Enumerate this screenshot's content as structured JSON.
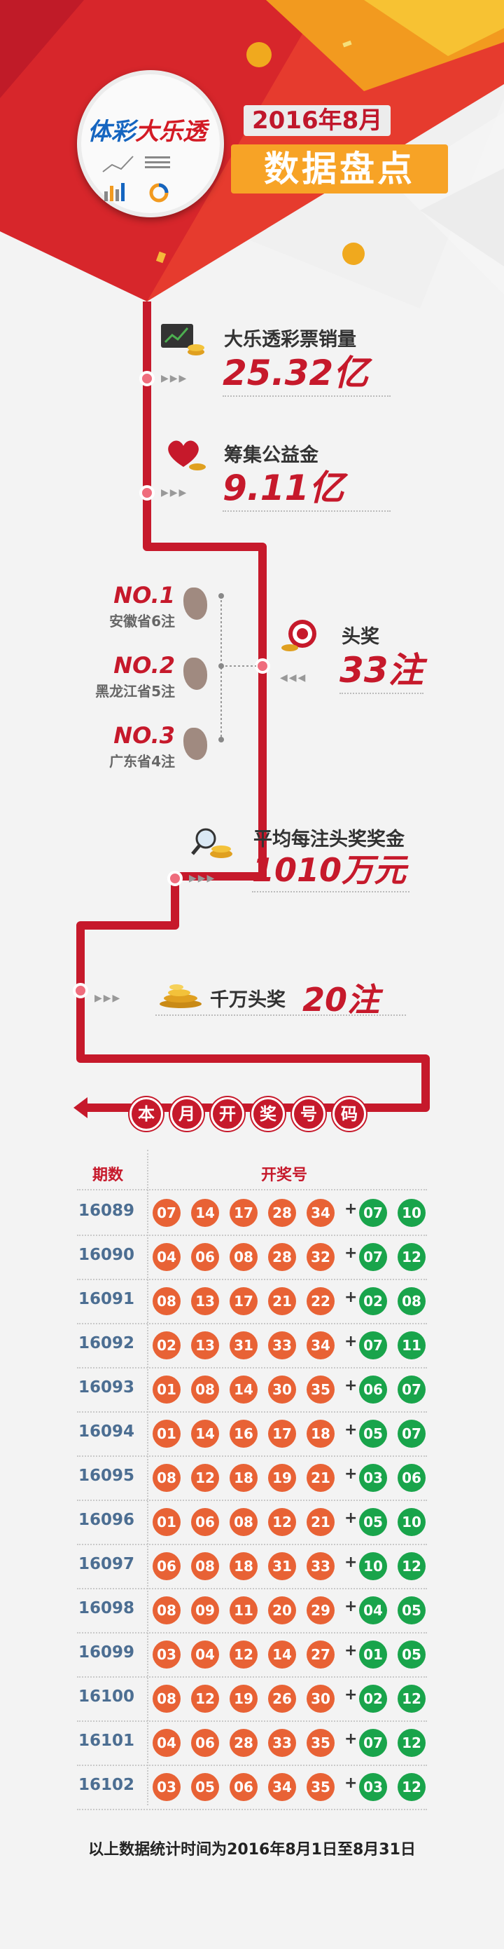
{
  "header": {
    "logo_part1": "体彩",
    "logo_part2": "大乐透",
    "date_year": "2016",
    "date_year_unit": "年",
    "date_month": "8",
    "date_month_unit": "月",
    "title": "数据盘点"
  },
  "stats": {
    "sales": {
      "label": "大乐透彩票销量",
      "value": "25.32亿"
    },
    "fund": {
      "label": "筹集公益金",
      "value": "9.11亿"
    },
    "jackpot": {
      "label": "头奖",
      "value": "33注"
    },
    "avg_prize": {
      "label": "平均每注头奖奖金",
      "value": "1010万元"
    },
    "ten_million": {
      "label": "千万头奖",
      "value": "20注"
    }
  },
  "rankings": [
    {
      "rank": "NO.1",
      "province": "安徽省6注"
    },
    {
      "rank": "NO.2",
      "province": "黑龙江省5注"
    },
    {
      "rank": "NO.3",
      "province": "广东省4注"
    }
  ],
  "section_title": [
    "本",
    "月",
    "开",
    "奖",
    "号",
    "码"
  ],
  "table": {
    "col_issue": "期数",
    "col_numbers": "开奖号",
    "plus": "+",
    "rows": [
      {
        "issue": "16089",
        "red": [
          "07",
          "14",
          "17",
          "28",
          "34"
        ],
        "blue": [
          "07",
          "10"
        ]
      },
      {
        "issue": "16090",
        "red": [
          "04",
          "06",
          "08",
          "28",
          "32"
        ],
        "blue": [
          "07",
          "12"
        ]
      },
      {
        "issue": "16091",
        "red": [
          "08",
          "13",
          "17",
          "21",
          "22"
        ],
        "blue": [
          "02",
          "08"
        ]
      },
      {
        "issue": "16092",
        "red": [
          "02",
          "13",
          "31",
          "33",
          "34"
        ],
        "blue": [
          "07",
          "11"
        ]
      },
      {
        "issue": "16093",
        "red": [
          "01",
          "08",
          "14",
          "30",
          "35"
        ],
        "blue": [
          "06",
          "07"
        ]
      },
      {
        "issue": "16094",
        "red": [
          "01",
          "14",
          "16",
          "17",
          "18"
        ],
        "blue": [
          "05",
          "07"
        ]
      },
      {
        "issue": "16095",
        "red": [
          "08",
          "12",
          "18",
          "19",
          "21"
        ],
        "blue": [
          "03",
          "06"
        ]
      },
      {
        "issue": "16096",
        "red": [
          "01",
          "06",
          "08",
          "12",
          "21"
        ],
        "blue": [
          "05",
          "10"
        ]
      },
      {
        "issue": "16097",
        "red": [
          "06",
          "08",
          "18",
          "31",
          "33"
        ],
        "blue": [
          "10",
          "12"
        ]
      },
      {
        "issue": "16098",
        "red": [
          "08",
          "09",
          "11",
          "20",
          "29"
        ],
        "blue": [
          "04",
          "05"
        ]
      },
      {
        "issue": "16099",
        "red": [
          "03",
          "04",
          "12",
          "14",
          "27"
        ],
        "blue": [
          "01",
          "05"
        ]
      },
      {
        "issue": "16100",
        "red": [
          "08",
          "12",
          "19",
          "26",
          "30"
        ],
        "blue": [
          "02",
          "12"
        ]
      },
      {
        "issue": "16101",
        "red": [
          "04",
          "06",
          "28",
          "33",
          "35"
        ],
        "blue": [
          "07",
          "12"
        ]
      },
      {
        "issue": "16102",
        "red": [
          "03",
          "05",
          "06",
          "34",
          "35"
        ],
        "blue": [
          "03",
          "12"
        ]
      }
    ]
  },
  "footer": "以上数据统计时间为2016年8月1日至8月31日",
  "colors": {
    "accent_red": "#c6192b",
    "orange": "#f7a326",
    "ball_red": "#e86235",
    "ball_green": "#19a44b"
  }
}
